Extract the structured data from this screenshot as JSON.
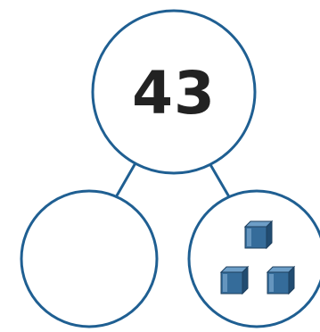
{
  "part_whole_model": {
    "whole": {
      "value": "43"
    },
    "parts": [
      {
        "label": "",
        "content": "empty"
      },
      {
        "label": "",
        "content": "cubes",
        "ones_cubes": 3
      }
    ]
  },
  "colors": {
    "circle_stroke": "#1f5f92",
    "cube_front": "#356c9a",
    "cube_top": "#6d9ec7",
    "cube_side": "#214c71",
    "text": "#222222"
  },
  "icons": {
    "part_2": "unit-cube-icon"
  }
}
